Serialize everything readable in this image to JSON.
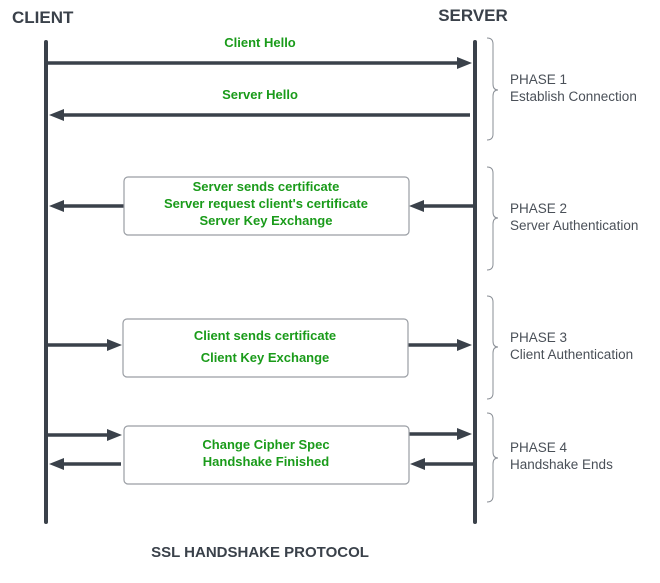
{
  "title": "SSL HANDSHAKE PROTOCOL",
  "actors": {
    "client": "CLIENT",
    "server": "SERVER"
  },
  "colors": {
    "message_text": "#1a9b1a",
    "line": "#3a414a",
    "phase_text": "#4a5058"
  },
  "messages": {
    "client_hello": "Client Hello",
    "server_hello": "Server Hello"
  },
  "boxes": [
    {
      "lines": [
        "Server sends certificate",
        "Server request client's certificate",
        "Server Key Exchange"
      ]
    },
    {
      "lines": [
        "Client sends certificate",
        "Client Key Exchange"
      ]
    },
    {
      "lines": [
        "Change Cipher Spec",
        "Handshake Finished"
      ]
    }
  ],
  "phases": [
    {
      "label": "PHASE 1",
      "desc": "Establish Connection"
    },
    {
      "label": "PHASE 2",
      "desc": "Server Authentication"
    },
    {
      "label": "PHASE 3",
      "desc": "Client Authentication"
    },
    {
      "label": "PHASE 4",
      "desc": "Handshake Ends"
    }
  ]
}
